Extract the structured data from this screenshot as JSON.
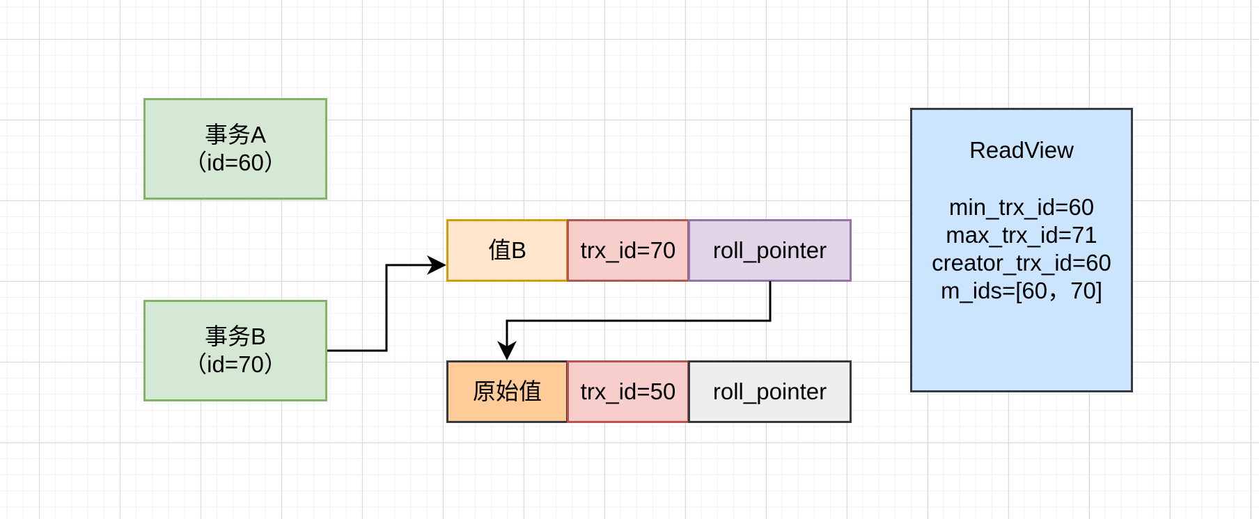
{
  "diagram": {
    "colors": {
      "green_fill": "#d5e8d4",
      "green_stroke": "#82b366",
      "yellow_fill": "#ffe6cc",
      "yellow_stroke": "#d79b00",
      "red_fill": "#f8cecc",
      "red_stroke": "#b85450",
      "purple_fill": "#e1d5e7",
      "purple_stroke": "#9673a6",
      "orange_fill": "#ffcc99",
      "dark_stroke": "#36393d",
      "gray_fill": "#eeeeee",
      "blue_fill": "#cce5ff",
      "edge": "#000000"
    },
    "transaction_a": {
      "lines": [
        "事务A",
        "（id=60）"
      ]
    },
    "transaction_b": {
      "lines": [
        "事务B",
        "（id=70）"
      ]
    },
    "version_new": {
      "value": "值B",
      "trx_id": "trx_id=70",
      "pointer": "roll_pointer"
    },
    "version_old": {
      "value": "原始值",
      "trx_id": "trx_id=50",
      "pointer": "roll_pointer"
    },
    "readview": {
      "title": "ReadView",
      "min_trx_id": "min_trx_id=60",
      "max_trx_id": "max_trx_id=71",
      "creator_trx_id": "creator_trx_id=60",
      "m_ids": "m_ids=[60，70]"
    }
  }
}
